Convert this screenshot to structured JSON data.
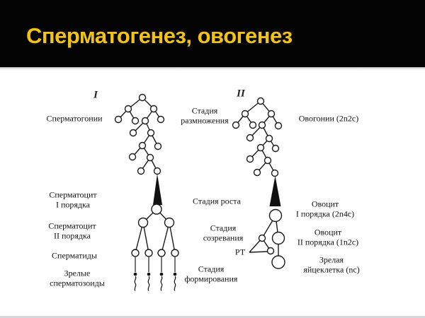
{
  "slide": {
    "title": "Сперматогенез, овогенез"
  },
  "left_column": {
    "numeral": "I",
    "spermatogonia": "Сперматогонии",
    "spermatocyte1": "Сперматоцит\nI порядка",
    "spermatocyte2": "Сперматоцит\nII порядка",
    "spermatids": "Сперматиды",
    "mature_sperm": "Зрелые\nсперматозоиды"
  },
  "stage_column": {
    "reproduction": "Стадия\nразмножения",
    "growth": "Стадия роста",
    "maturation": "Стадия\nсозревания",
    "polar_body": "РТ",
    "formation": "Стадия\nформирования"
  },
  "right_column": {
    "numeral": "II",
    "oogonia": "Овогонии (2n2c)",
    "oocyte1": "Овоцит\nI порядка (2n4c)",
    "oocyte2": "Овоцит\nII порядка (1n2c)",
    "mature_egg": "Зрелая\nяйцеклетка (nc)"
  },
  "colors": {
    "title_yellow": "#f2c311",
    "header_black": "#040404",
    "background": "#ffffff",
    "diagram_stroke": "#1a1a1a"
  }
}
